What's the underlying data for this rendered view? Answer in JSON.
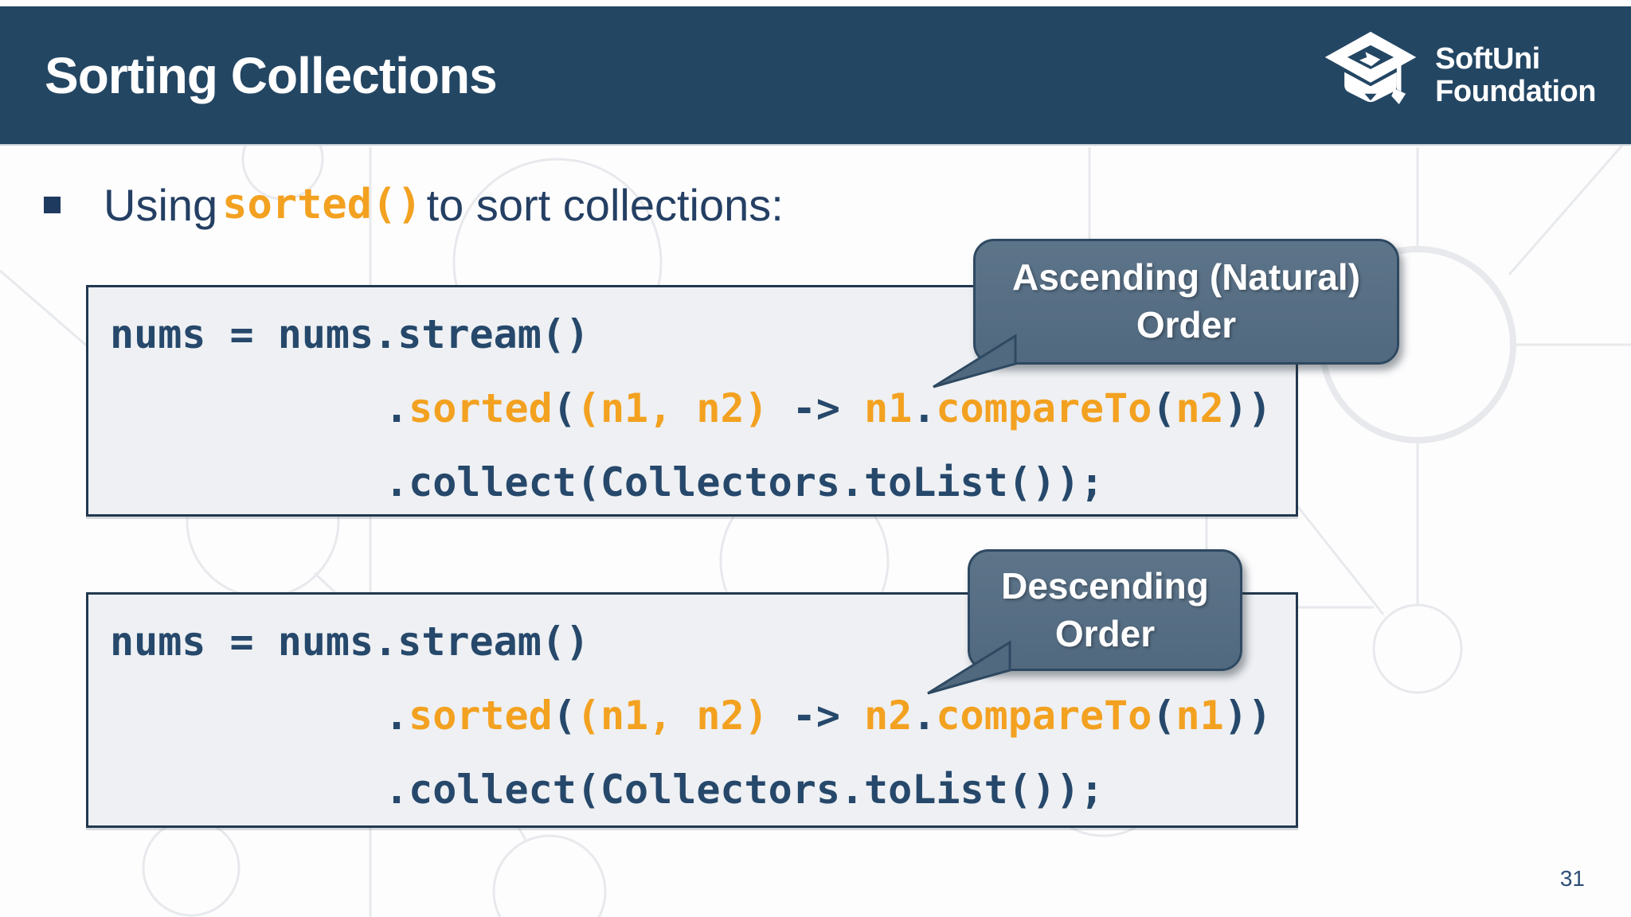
{
  "slide": {
    "header": {
      "title": "Sorting Collections",
      "logo": {
        "line1": "SoftUni",
        "line2": "Foundation"
      }
    },
    "bullet": {
      "prefix": "Using ",
      "highlight": "sorted()",
      "suffix": " to sort collections:"
    },
    "callouts": [
      {
        "label": "Ascending (Natural) Order"
      },
      {
        "label": "Descending Order"
      }
    ],
    "code_blocks": [
      {
        "lines": [
          {
            "indent": false,
            "tokens": [
              {
                "t": "nums = nums.stream()",
                "c": "d"
              }
            ]
          },
          {
            "indent": true,
            "tokens": [
              {
                "t": ".",
                "c": "d"
              },
              {
                "t": "sorted",
                "c": "o"
              },
              {
                "t": "(",
                "c": "d"
              },
              {
                "t": "(n1, n2)",
                "c": "o"
              },
              {
                "t": " -> ",
                "c": "d"
              },
              {
                "t": "n1",
                "c": "o"
              },
              {
                "t": ".",
                "c": "d"
              },
              {
                "t": "compareTo",
                "c": "o"
              },
              {
                "t": "(",
                "c": "d"
              },
              {
                "t": "n2",
                "c": "o"
              },
              {
                "t": "))",
                "c": "d"
              }
            ]
          },
          {
            "indent": true,
            "tokens": [
              {
                "t": ".collect(Collectors.toList());",
                "c": "d"
              }
            ]
          }
        ]
      },
      {
        "lines": [
          {
            "indent": false,
            "tokens": [
              {
                "t": "nums = nums.stream()",
                "c": "d"
              }
            ]
          },
          {
            "indent": true,
            "tokens": [
              {
                "t": ".",
                "c": "d"
              },
              {
                "t": "sorted",
                "c": "o"
              },
              {
                "t": "(",
                "c": "d"
              },
              {
                "t": "(n1, n2)",
                "c": "o"
              },
              {
                "t": " -> ",
                "c": "d"
              },
              {
                "t": "n2",
                "c": "o"
              },
              {
                "t": ".",
                "c": "d"
              },
              {
                "t": "compareTo",
                "c": "o"
              },
              {
                "t": "(",
                "c": "d"
              },
              {
                "t": "n1",
                "c": "o"
              },
              {
                "t": "))",
                "c": "d"
              }
            ]
          },
          {
            "indent": true,
            "tokens": [
              {
                "t": ".collect(Collectors.toList());",
                "c": "d"
              }
            ]
          }
        ]
      }
    ],
    "page_number": "31",
    "colors": {
      "header_bg": "#234663",
      "body_text": "#243f63",
      "code_text": "#26486b",
      "accent_orange": "#f3a120",
      "code_bg": "#eef0f3",
      "code_border": "#22384f",
      "callout_bg": "#51697f",
      "callout_border": "#2e4961"
    }
  }
}
